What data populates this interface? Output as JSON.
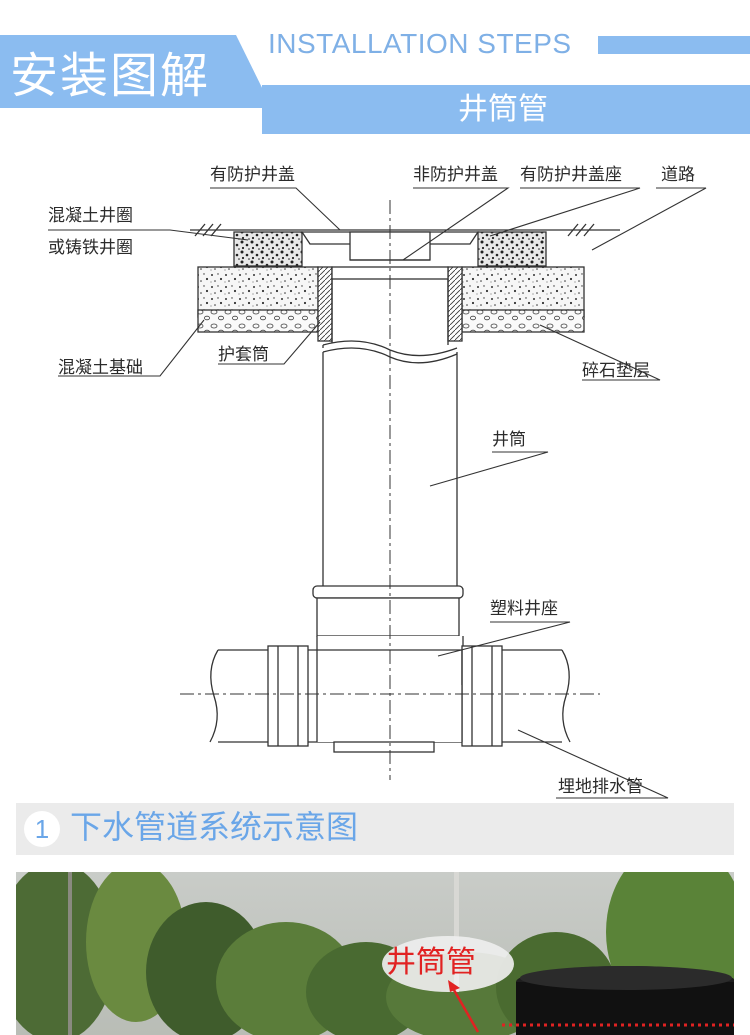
{
  "header": {
    "cn_title": "安装图解",
    "en_title": "INSTALLATION STEPS",
    "sub_title": "井筒管",
    "accent_color": "#8bbcf0"
  },
  "diagram": {
    "labels": {
      "protective_cover": "有防护井盖",
      "non_protective_cover": "非防护井盖",
      "cover_seat": "有防护井盖座",
      "road": "道路",
      "concrete_ring_1": "混凝土井圈",
      "concrete_ring_2": "或铸铁井圈",
      "concrete_base": "混凝土基础",
      "sleeve": "护套筒",
      "gravel_layer": "碎石垫层",
      "shaft": "井筒",
      "plastic_seat": "塑料井座",
      "drain_pipe": "埋地排水管"
    }
  },
  "caption": {
    "number": "1",
    "text": "下水管道系统示意图",
    "color": "#6aa6e8"
  },
  "photo": {
    "label": "井筒管",
    "label_color": "#e12222"
  }
}
